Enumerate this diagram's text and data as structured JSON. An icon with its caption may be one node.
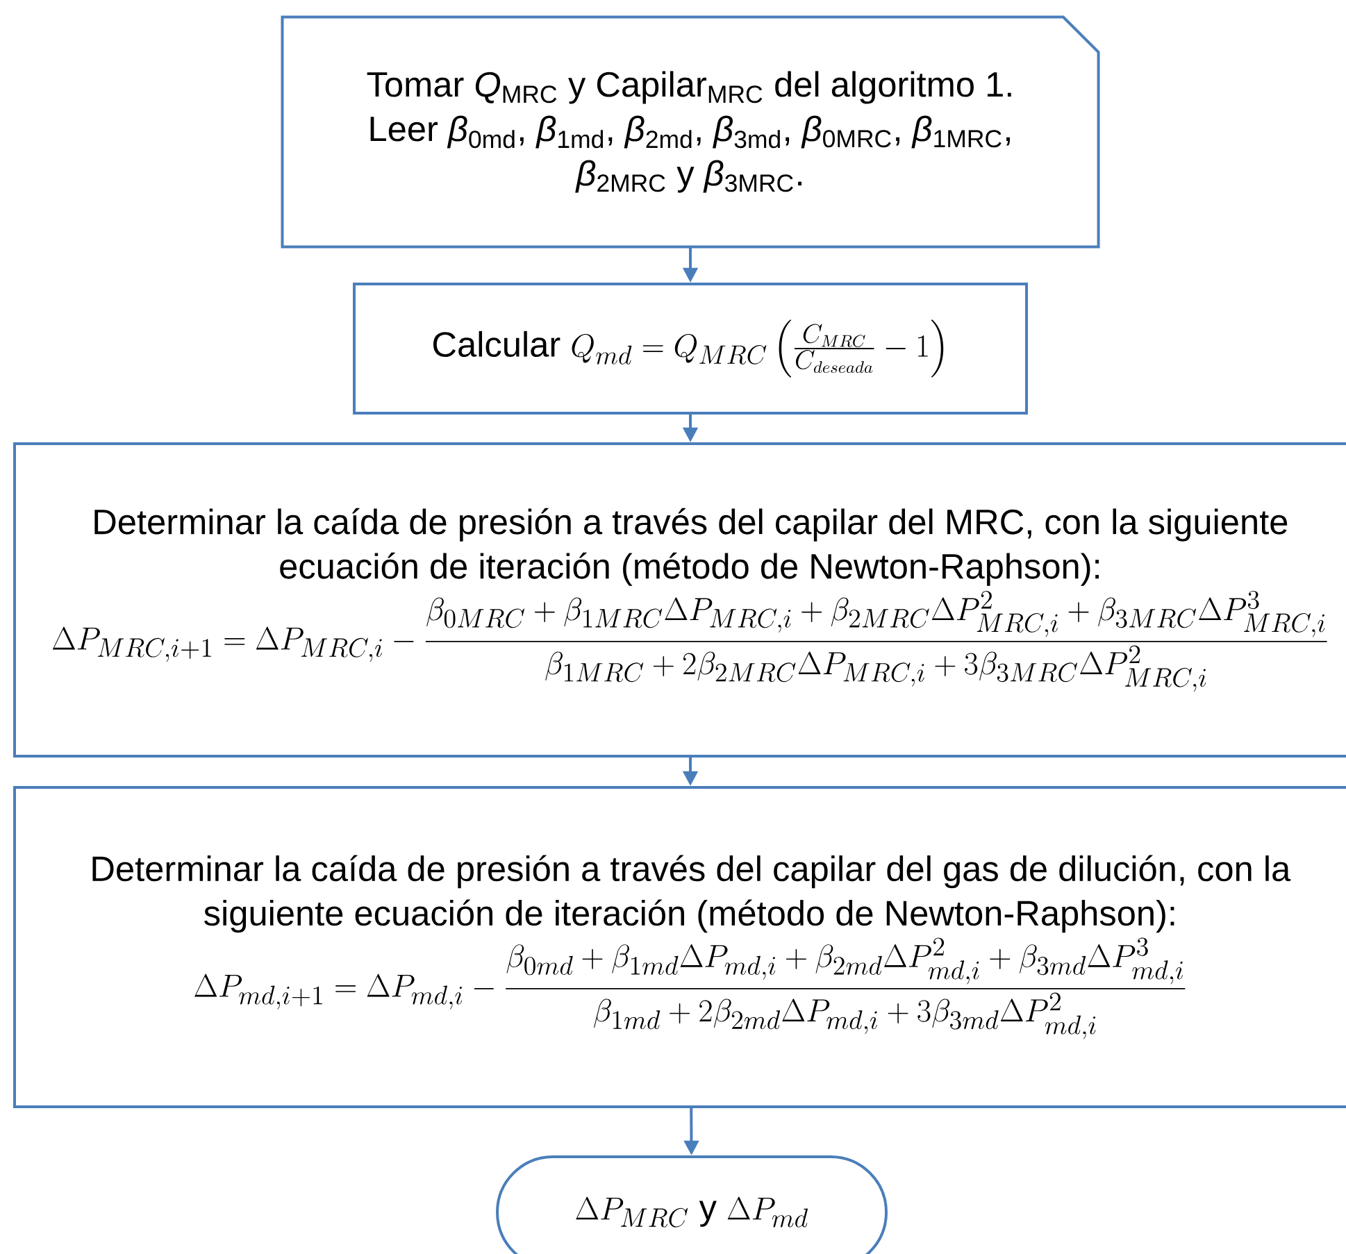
{
  "diagram": {
    "nodes": [
      {
        "text": [
          "Tomar *Q*$_{MRC}$ y Capilar$_{MRC}$ del algoritmo 1.",
          "Leer *β*$_{0md}$, *β*$_{1md}$, *β*$_{2md}$, *β*$_{3md}$, *β*$_{0MRC}$, *β*$_{1MRC}$, *β*$_{2MRC}$ y *β*$_{3MRC}$."
        ]
      },
      {
        "text": [
          "Calcular",
          "Q_{md} = Q_{MRC}\\left(\\frac{C_{MRC}}{C_{deseada}} - 1\\right)"
        ]
      },
      {
        "text": [
          "Determinar la caída de presión a través del capilar del MRC, con la siguiente ecuación de iteración (método de Newton-Raphson):",
          "\\Delta P_{MRC,i+1} = \\Delta P_{MRC,i} - \\frac{\\beta_{0MRC} + \\beta_{1MRC}\\Delta P_{MRC,i} + \\beta_{2MRC}\\Delta P^{2}_{MRC,i} + \\beta_{3MRC}\\Delta P^{3}_{MRC,i}}{\\beta_{1MRC} + 2\\beta_{2MRC}\\Delta P_{MRC,i} + 3\\beta_{3MRC}\\Delta P^{2}_{MRC,i}}"
        ]
      },
      {
        "text": [
          "Determinar la caída de presión a través del capilar del gas de dilución, con la siguiente ecuación de iteración (método de Newton-Raphson):",
          "\\Delta P_{md,i+1} = \\Delta P_{md,i} - \\frac{\\beta_{0md} + \\beta_{1md}\\Delta P_{md,i} + \\beta_{2md}\\Delta P^{2}_{md,i} + \\beta_{3md}\\Delta P^{3}_{md,i}}{\\beta_{1md} + 2\\beta_{2md}\\Delta P_{md,i} + 3\\beta_{3md}\\Delta P^{2}_{md,i}}"
        ]
      },
      {
        "text": [
          "\\Delta P_{MRC} \\text{ y } \\Delta P_{md}"
        ]
      }
    ],
    "edges": [
      {
        "from": 0,
        "to": 1,
        "arrow": "to"
      },
      {
        "from": 1,
        "to": 2,
        "arrow": "to"
      },
      {
        "from": 2,
        "to": 3,
        "arrow": "to"
      },
      {
        "from": 3,
        "to": 4,
        "arrow": "to"
      }
    ]
  }
}
